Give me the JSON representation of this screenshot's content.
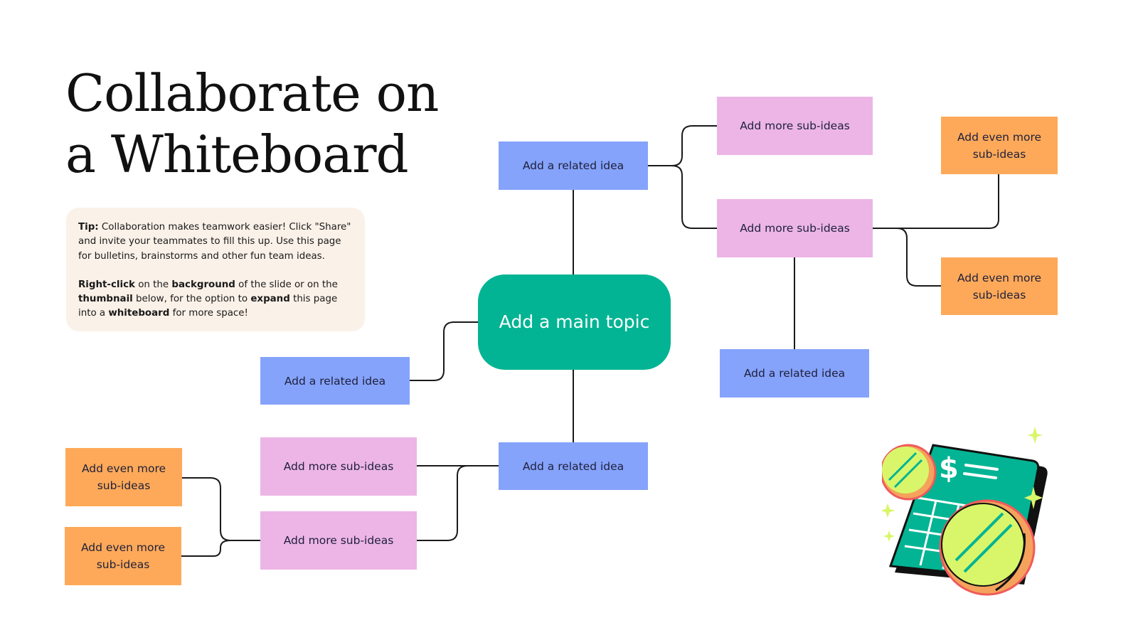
{
  "title": {
    "line1": "Collaborate on",
    "line2": "a Whiteboard"
  },
  "tip": {
    "para1": {
      "label": "Tip:",
      "text": " Collaboration makes teamwork easier! Click \"Share\" and invite your teammates to fill this up. Use this page for bulletins, brainstorms and other fun team ideas."
    },
    "para2": {
      "t1": "Right-click",
      "t2": " on the ",
      "t3": "background",
      "t4": " of the slide or on the ",
      "t5": "thumbnail",
      "t6": " below, for the option to ",
      "t7": "expand",
      "t8": " this page into a ",
      "t9": "whiteboard",
      "t10": " for more space!"
    }
  },
  "mindmap": {
    "main_topic": "Add a main topic",
    "related_top": "Add a related idea",
    "related_left": "Add a related idea",
    "related_bottom": "Add a related idea",
    "related_right": "Add a related idea",
    "sub_top_1": "Add more sub-ideas",
    "sub_top_2": "Add more sub-ideas",
    "sub_bottom_1": "Add more sub-ideas",
    "sub_bottom_2": "Add more sub-ideas",
    "even_top_1": "Add even more sub-ideas",
    "even_top_2": "Add even more sub-ideas",
    "even_bottom_1": "Add even more sub-ideas",
    "even_bottom_2": "Add even more sub-ideas"
  },
  "colors": {
    "main_topic": "#02b493",
    "related_idea": "#85a3fb",
    "sub_idea": "#ecb5e6",
    "even_more": "#fda959",
    "tip_background": "#faf1e8"
  },
  "illustration": {
    "icon": "money-bill-coins-icon",
    "symbol": "$"
  }
}
